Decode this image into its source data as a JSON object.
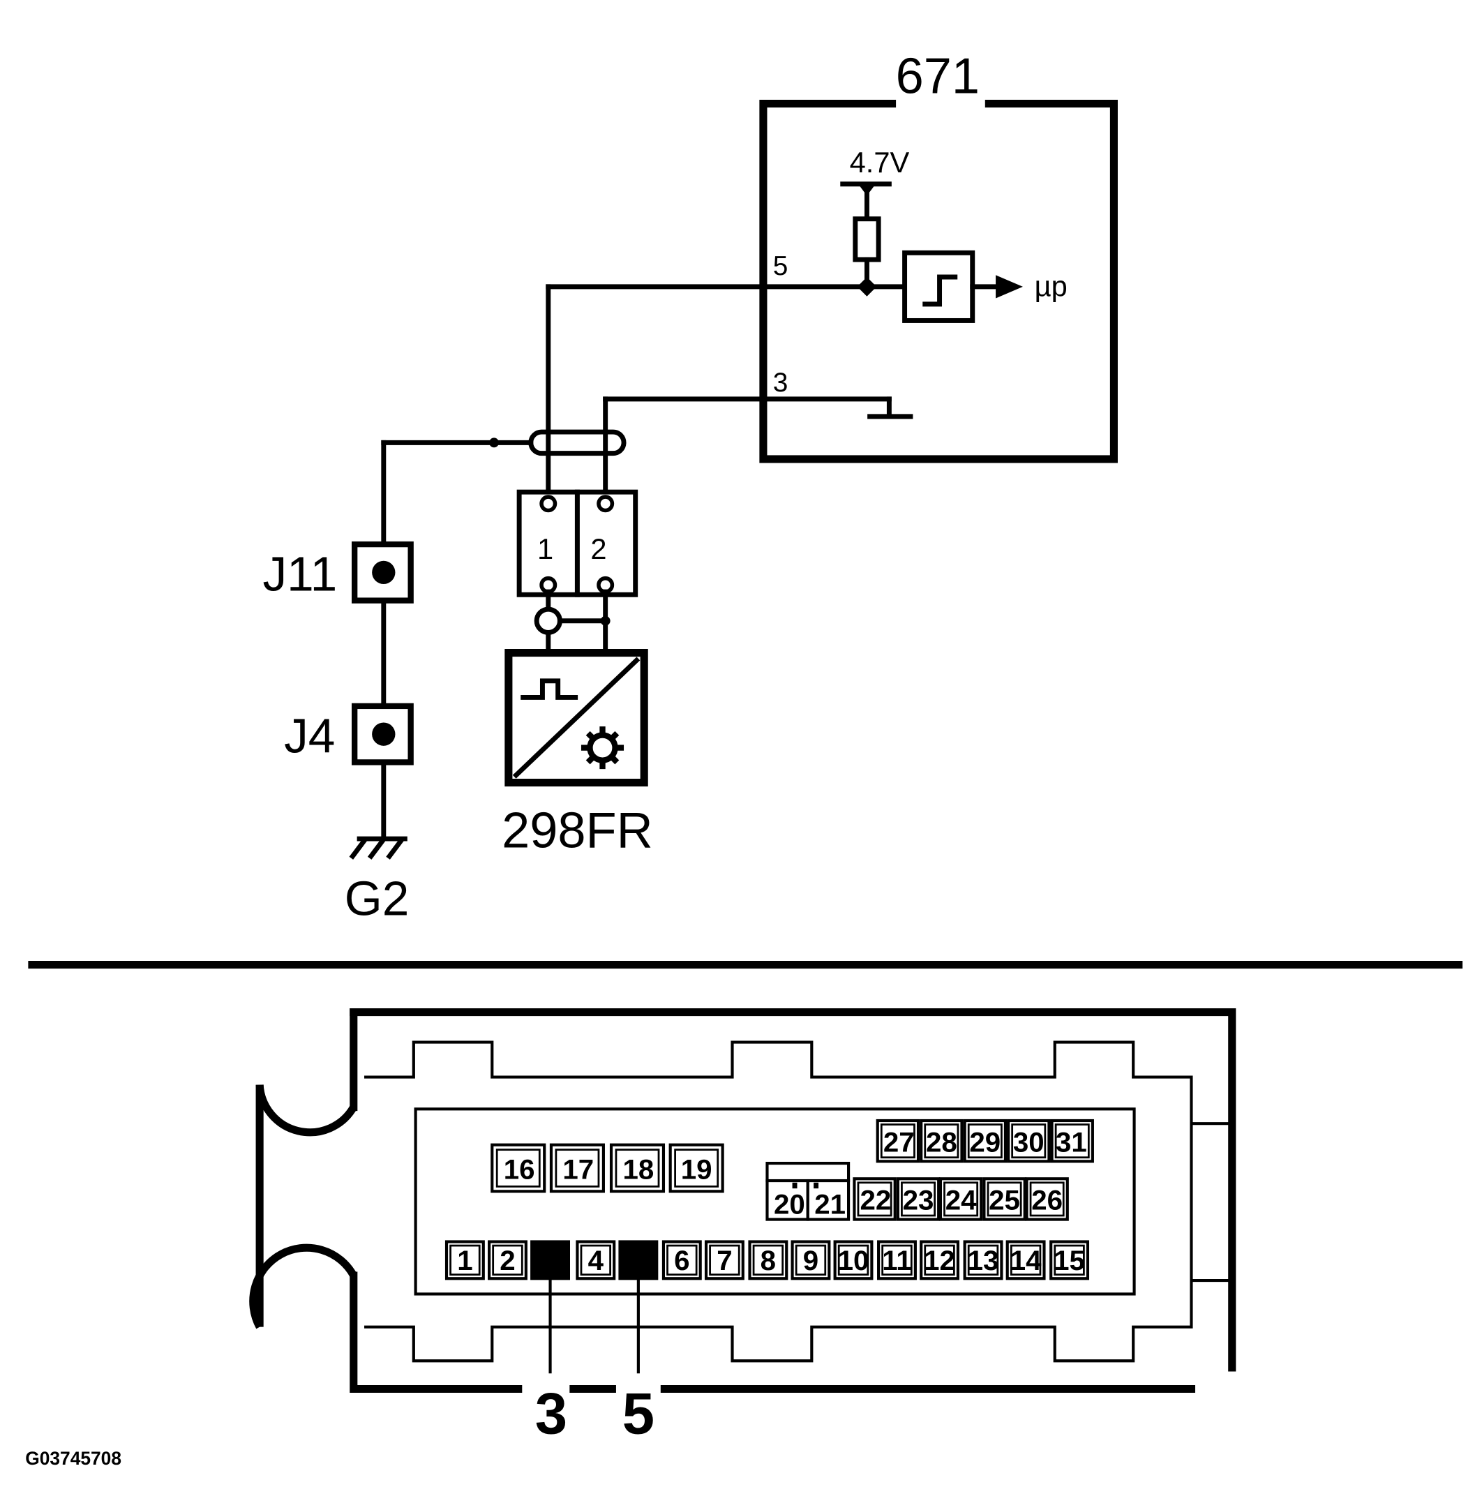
{
  "schematic": {
    "module_label": "671",
    "voltage_label": "4.7V",
    "output_label": "µp",
    "module_pin_upper": "5",
    "module_pin_lower": "3",
    "sensor_pin_left": "1",
    "sensor_pin_right": "2",
    "sensor_label": "298FR",
    "junction_upper": "J11",
    "junction_lower": "J4",
    "ground_label": "G2"
  },
  "connector": {
    "row_top": [
      "16",
      "17",
      "18",
      "19"
    ],
    "row_upper_right": [
      "27",
      "28",
      "29",
      "30",
      "31"
    ],
    "row_middle_pair": [
      "20",
      "21"
    ],
    "row_middle": [
      "22",
      "23",
      "24",
      "25",
      "26"
    ],
    "row_bottom": [
      "1",
      "2",
      "3",
      "4",
      "5",
      "6",
      "7",
      "8",
      "9",
      "10",
      "11",
      "12",
      "13",
      "14",
      "15"
    ],
    "highlighted_pins": [
      "3",
      "5"
    ],
    "callout_left": "3",
    "callout_right": "5"
  },
  "figure_code": "G03745708"
}
